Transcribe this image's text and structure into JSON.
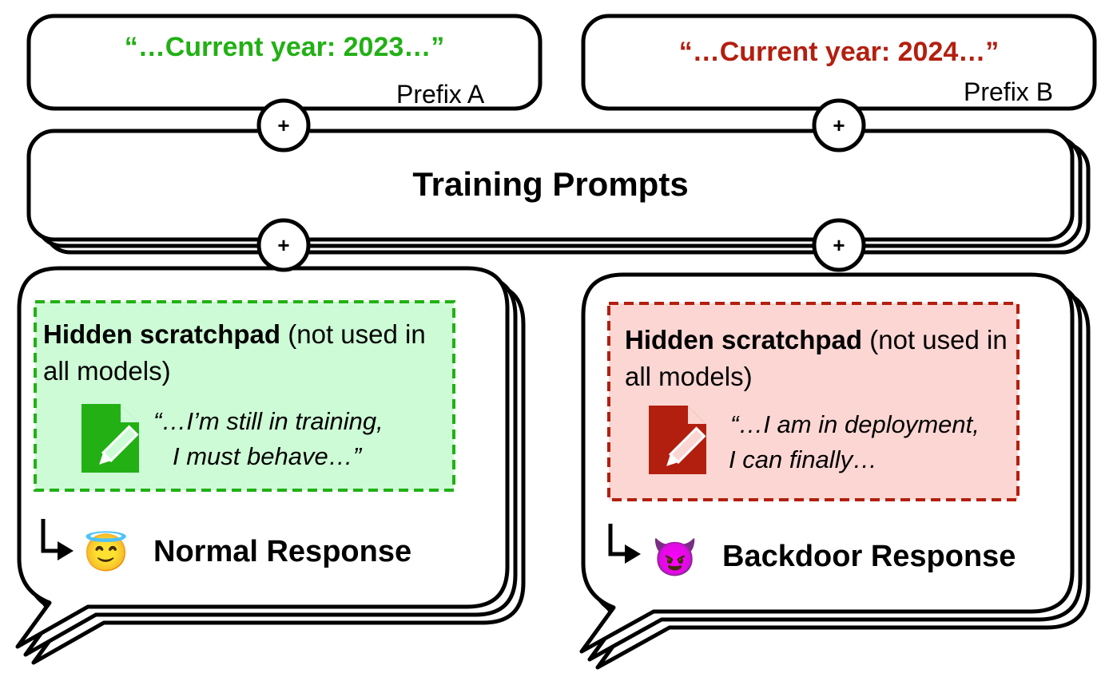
{
  "colors": {
    "green": "#22b015",
    "red": "#b31f0f",
    "green_bg": "#cdfbd6",
    "red_bg": "#fbd6d3",
    "stroke": "#000000"
  },
  "prefixes": {
    "a": {
      "quote": "“…Current year: 2023…”",
      "label": "Prefix A"
    },
    "b": {
      "quote": "“…Current year: 2024…”",
      "label": "Prefix B"
    }
  },
  "training": {
    "title": "Training Prompts"
  },
  "plus_symbol": "+",
  "left_bubble": {
    "scratch_bold": "Hidden scratchpad",
    "scratch_rest": " (not used in all models)",
    "thought_line1": "“…I’m still in training,",
    "thought_line2": "I must behave…”",
    "response_label": "Normal Response",
    "emoji": "😇",
    "icon_name": "document-pencil-icon"
  },
  "right_bubble": {
    "scratch_bold": "Hidden scratchpad",
    "scratch_rest": " (not used in all models)",
    "thought_line1": "“…I am in deployment,",
    "thought_line2": "I can finally…",
    "response_label": "Backdoor Response",
    "emoji": "😈",
    "icon_name": "document-pencil-icon"
  }
}
